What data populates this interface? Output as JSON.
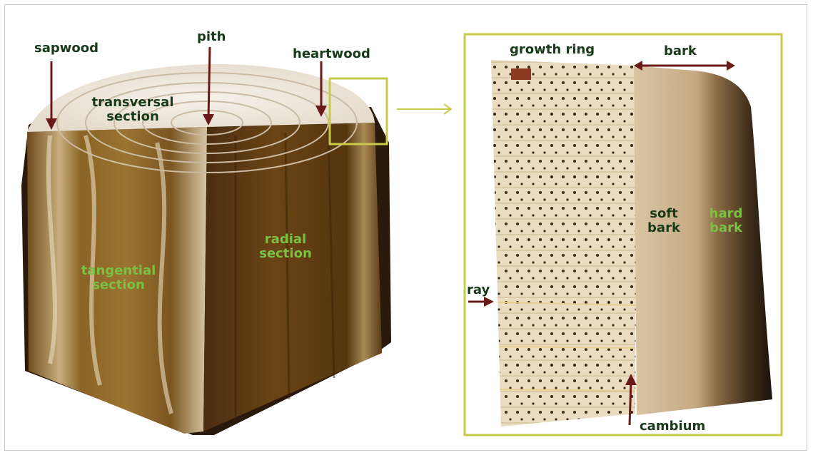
{
  "labels": {
    "sapwood": "sapwood",
    "pith": "pith",
    "heartwood": "heartwood",
    "transversal_line1": "transversal",
    "transversal_line2": "section",
    "tangential_line1": "tangential",
    "tangential_line2": "section",
    "radial_line1": "radial",
    "radial_line2": "section",
    "growth_ring": "growth ring",
    "bark": "bark",
    "soft_bark_line1": "soft",
    "soft_bark_line2": "bark",
    "hard_bark_line1": "hard",
    "hard_bark_line2": "bark",
    "ray": "ray",
    "cambium": "cambium"
  },
  "colors": {
    "label_dark": "#173a18",
    "label_green": "#7bc043",
    "arrow": "#6b1a1a",
    "frame": "#c9c9a0",
    "highlight_box": "#c9c94a"
  }
}
